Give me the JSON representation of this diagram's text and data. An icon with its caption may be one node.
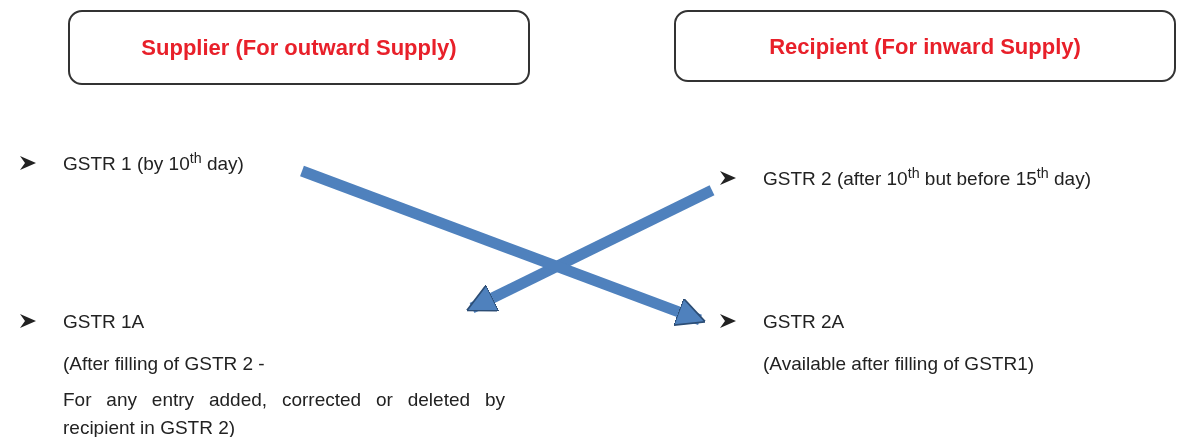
{
  "diagram": {
    "nodes": [
      {
        "text": [
          "Supplier (For outward Supply)"
        ]
      },
      {
        "text": [
          "Recipient (For inward Supply)"
        ]
      },
      {
        "text": [
          "GSTR 1  (by 10$^{th}$ day)"
        ]
      },
      {
        "text": [
          "GSTR 2 (after 10$^{th}$ but before 15$^{th}$ day)"
        ]
      },
      {
        "text": [
          "GSTR 1A",
          "(After filling of GSTR 2 -",
          "For any entry added, corrected or deleted by recipient in GSTR 2)"
        ]
      },
      {
        "text": [
          "GSTR 2A",
          "(Available after filling of GSTR1)"
        ]
      }
    ],
    "edges": [
      {
        "from": 3,
        "to": 4,
        "arrow": "to",
        "color": "#4f81bd"
      },
      {
        "from": 2,
        "to": 5,
        "arrow": "to",
        "color": "#4f81bd"
      }
    ]
  }
}
